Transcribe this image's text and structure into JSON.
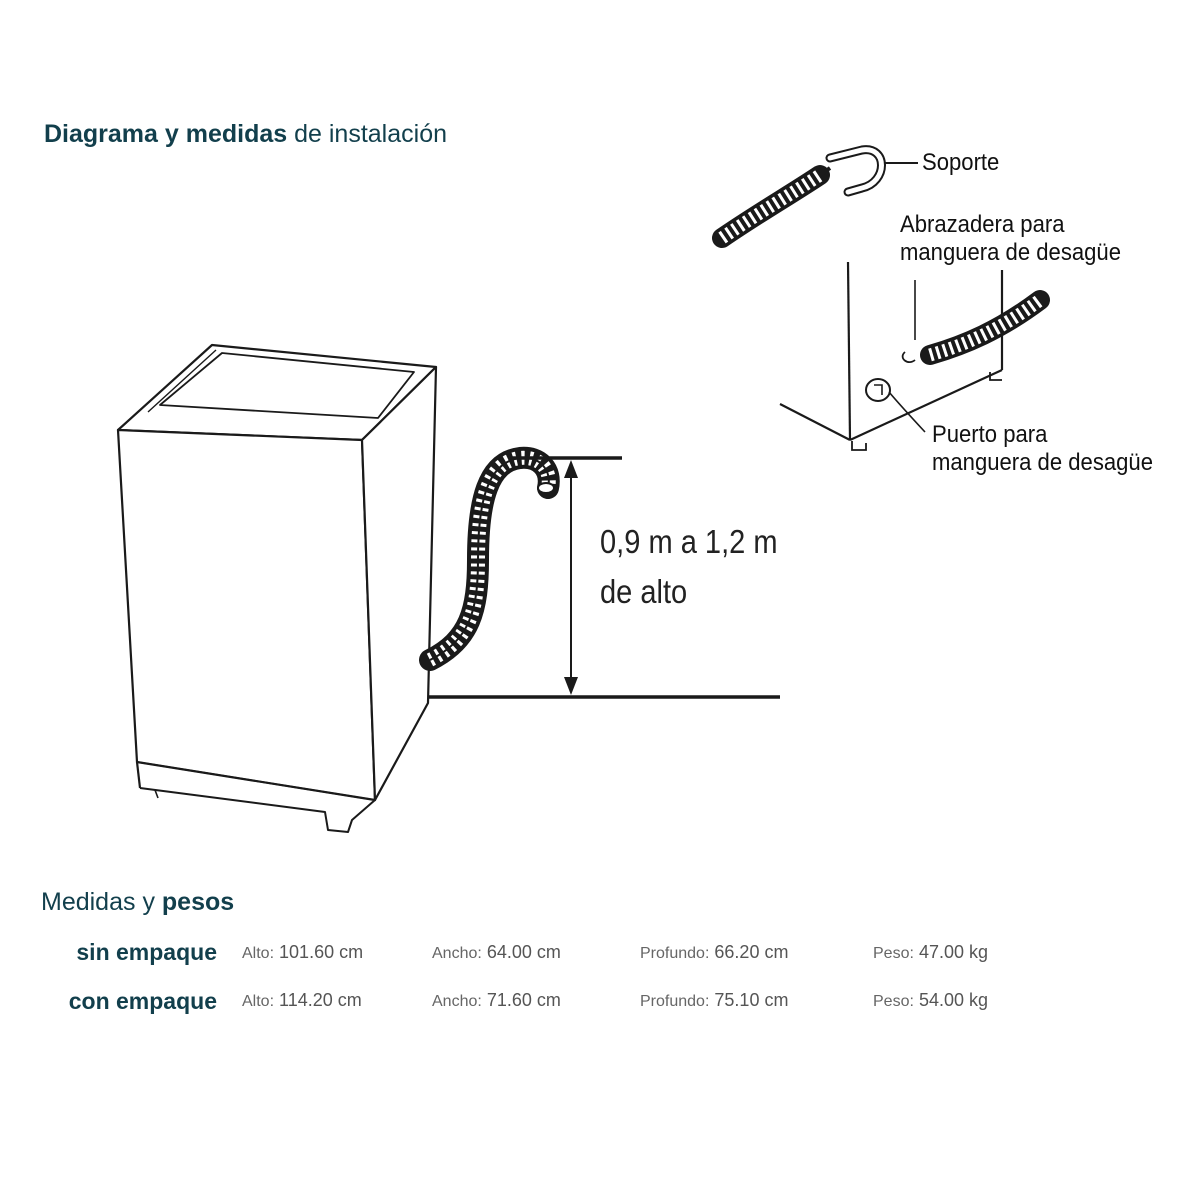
{
  "header": {
    "title_bold": "Diagrama y medidas",
    "title_light": "de instalación"
  },
  "labels": {
    "soporte": "Soporte",
    "abrazadera_line1": "Abrazadera para",
    "abrazadera_line2": "manguera de desagüe",
    "puerto_line1": "Puerto para",
    "puerto_line2": "manguera de desagüe",
    "height_line1": "0,9 m a 1,2 m",
    "height_line2": "de alto"
  },
  "medidas": {
    "title_light": "Medidas y",
    "title_bold": "pesos",
    "rows": [
      {
        "label": "sin empaque",
        "alto_k": "Alto:",
        "alto_v": "101.60 cm",
        "ancho_k": "Ancho:",
        "ancho_v": "64.00 cm",
        "prof_k": "Profundo:",
        "prof_v": "66.20 cm",
        "peso_k": "Peso:",
        "peso_v": "47.00 kg"
      },
      {
        "label": "con empaque",
        "alto_k": "Alto:",
        "alto_v": "114.20 cm",
        "ancho_k": "Ancho:",
        "ancho_v": "71.60 cm",
        "prof_k": "Profundo:",
        "prof_v": "75.10 cm",
        "peso_k": "Peso:",
        "peso_v": "54.00 kg"
      }
    ]
  },
  "colors": {
    "heading": "#123f4c",
    "line": "#1a1a1a"
  }
}
